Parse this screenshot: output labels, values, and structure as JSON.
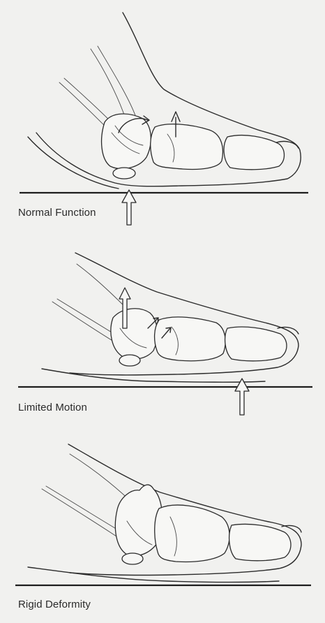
{
  "panels": [
    {
      "caption": "Normal Function"
    },
    {
      "caption": "Limited Motion"
    },
    {
      "caption": "Rigid Deformity"
    }
  ],
  "colors": {
    "paper": "#f1f1ef",
    "ink": "#2b2b2b"
  }
}
